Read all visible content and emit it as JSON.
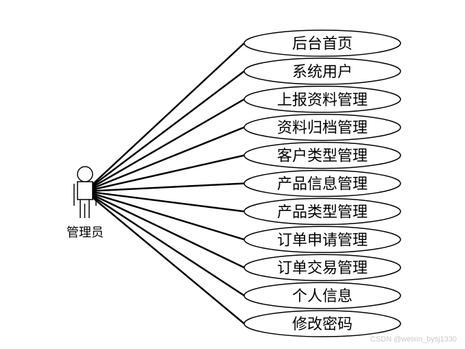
{
  "actor": {
    "label": "管理员"
  },
  "use_cases": [
    {
      "label": "后台首页"
    },
    {
      "label": "系统用户"
    },
    {
      "label": "上报资料管理"
    },
    {
      "label": "资料归档管理"
    },
    {
      "label": "客户类型管理"
    },
    {
      "label": "产品信息管理"
    },
    {
      "label": "产品类型管理"
    },
    {
      "label": "订单申请管理"
    },
    {
      "label": "订单交易管理"
    },
    {
      "label": "个人信息"
    },
    {
      "label": "修改密码"
    }
  ],
  "watermark": {
    "text": "CSDN @weixin_bysj1330"
  },
  "colors": {
    "stroke": "#000000",
    "fill": "#ffffff",
    "watermark": "#c8c8c8"
  }
}
